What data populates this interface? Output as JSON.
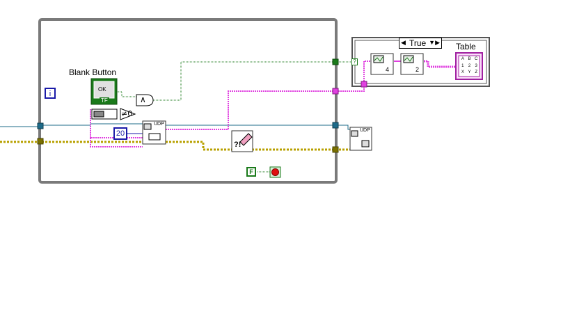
{
  "while_loop": {
    "iteration_terminal": "i"
  },
  "controls": {
    "blank_button_label": "Blank Button",
    "blank_button_text": "OK",
    "blank_button_type": "TF",
    "and_symbol": "∧",
    "not_equal_zero": "≠0"
  },
  "constants": {
    "timeout_value": "20",
    "false_constant": "F"
  },
  "udp": {
    "read_label": "UDP",
    "close_label": "UDP"
  },
  "error_clear_glyph": "?!",
  "case_structure": {
    "selector_value": "True",
    "left_arrow": "◀",
    "right_arrow": "▼▶",
    "subvi_1_value": "4",
    "subvi_2_value": "2",
    "bool_tunnel": "?"
  },
  "table_indicator": {
    "label": "Table",
    "cells": [
      "A",
      "B",
      "C",
      "1",
      "2",
      "3",
      "X",
      "Y",
      "Z"
    ]
  },
  "colors": {
    "loop_border": "#7a7a7a",
    "blue_wire": "#1e6b8a",
    "pink_wire": "#e040e0",
    "error_wire": "#b8a000",
    "green_wire": "#1a7a1a"
  }
}
